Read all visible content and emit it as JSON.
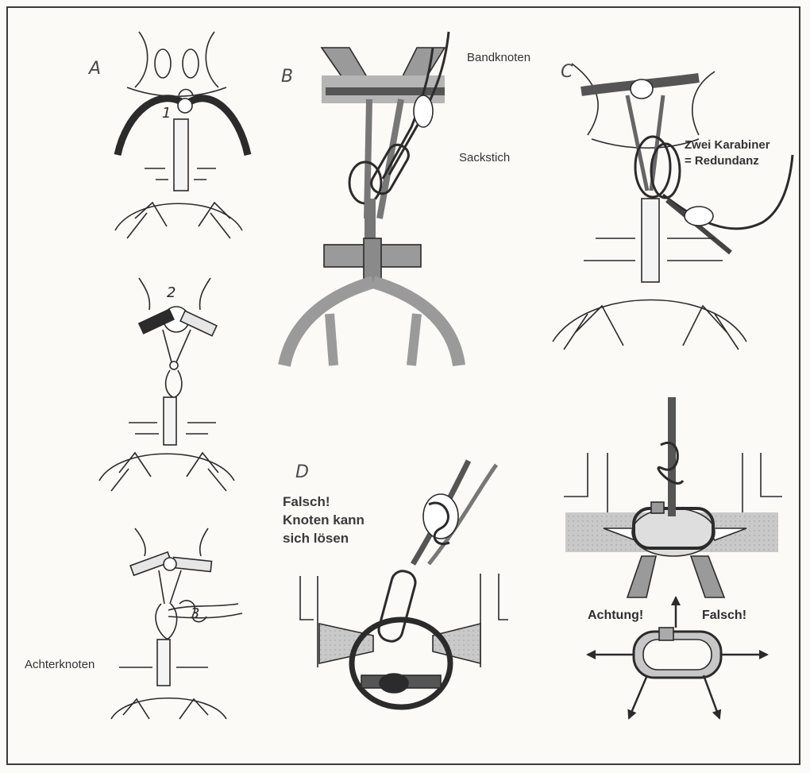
{
  "panels": {
    "a": "A",
    "b": "B",
    "c": "C",
    "d": "D"
  },
  "steps": {
    "one": "1",
    "two": "2",
    "three": "3"
  },
  "labels": {
    "achterknoten": "Achterknoten",
    "bandknoten": "Bandknoten",
    "sackstich": "Sackstich",
    "zwei_karabiner_line1": "Zwei Karabiner",
    "zwei_karabiner_line2": "= Redundanz",
    "falsch_warning": "Falsch!\nKnoten kann\nsich lösen",
    "achtung": "Achtung!",
    "falsch": "Falsch!"
  },
  "colors": {
    "ink": "#2b2b2b",
    "webbing_gray": "#9a9a9a",
    "webbing_dark": "#3a3a3a",
    "background": "#fbfaf7"
  },
  "icons": {
    "arrows": "force-direction-arrows"
  }
}
